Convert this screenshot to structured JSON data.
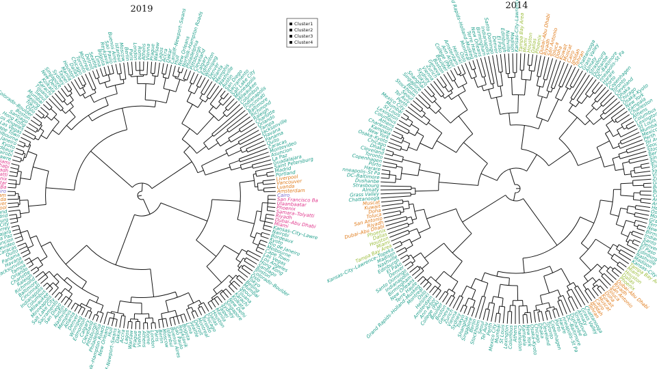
{
  "colors": {
    "cluster1": "#1d9e8a",
    "cluster2": "#e07b1a",
    "cluster3": "#7b6ccf",
    "cluster4": "#e0338a",
    "cluster5": "#9bbd3a",
    "branch": "#111111"
  },
  "legend": [
    "Cluster1",
    "Cluster2",
    "Cluster3",
    "Cluster4"
  ],
  "panels": [
    {
      "title": "2019",
      "named_leaves": [
        {
          "label": "Saint Petersburg",
          "cluster": "cluster1"
        },
        {
          "label": "Madrid",
          "cluster": "cluster1"
        },
        {
          "label": "Portland",
          "cluster": "cluster1"
        },
        {
          "label": "Liverpool",
          "cluster": "cluster2"
        },
        {
          "label": "Vancouver",
          "cluster": "cluster2"
        },
        {
          "label": "Luanda",
          "cluster": "cluster2"
        },
        {
          "label": "Amsterdam",
          "cluster": "cluster2"
        },
        {
          "label": "Cairo",
          "cluster": "cluster3"
        },
        {
          "label": "San Francisco Ba",
          "cluster": "cluster4"
        },
        {
          "label": "Ulaanbaatar",
          "cluster": "cluster4"
        },
        {
          "label": "Phoenix",
          "cluster": "cluster4"
        },
        {
          "label": "Samara–Tolyatti",
          "cluster": "cluster4"
        },
        {
          "label": "Riyadh",
          "cluster": "cluster4"
        },
        {
          "label": "Dubai–Abu Dhabi",
          "cluster": "cluster4"
        },
        {
          "label": "Miami",
          "cluster": "cluster4"
        },
        {
          "label": "Kansas–City–Lawre",
          "cluster": "cluster1"
        },
        {
          "label": "Nairobi",
          "cluster": "cluster1"
        },
        {
          "label": "Bordeaux",
          "cluster": "cluster1"
        },
        {
          "label": "Kyoto",
          "cluster": "cluster1"
        },
        {
          "label": "Rio de Janeiro",
          "cluster": "cluster1"
        },
        {
          "label": "Melbourne",
          "cluster": "cluster1"
        },
        {
          "label": "Cape Town",
          "cluster": "cluster1"
        },
        {
          "label": "Las Vegas",
          "cluster": "cluster1"
        },
        {
          "label": "Los Angeles",
          "cluster": "cluster1"
        },
        {
          "label": "Hong Kong",
          "cluster": "cluster1"
        },
        {
          "label": "Santiago",
          "cluster": "cluster1"
        },
        {
          "label": "Boston",
          "cluster": "cluster1"
        },
        {
          "label": "Colorado–Boulder",
          "cluster": "cluster1"
        },
        {
          "label": "Oslo",
          "cluster": "cluster1"
        },
        {
          "label": "Tokyo",
          "cluster": "cluster1"
        },
        {
          "label": "Beijing",
          "cluster": "cluster1"
        },
        {
          "label": "Mumbai",
          "cluster": "cluster1"
        },
        {
          "label": "Seoul",
          "cluster": "cluster1"
        },
        {
          "label": "Tijuana",
          "cluster": "cluster1"
        },
        {
          "label": "Karachi",
          "cluster": "cluster1"
        },
        {
          "label": "Kolkata",
          "cluster": "cluster1"
        },
        {
          "label": "New Delhi",
          "cluster": "cluster1"
        },
        {
          "label": "Singapore",
          "cluster": "cluster1"
        },
        {
          "label": "Sydney",
          "cluster": "cluster1"
        },
        {
          "label": "Taipei",
          "cluster": "cluster1"
        },
        {
          "label": "Manila",
          "cluster": "cluster1"
        },
        {
          "label": "Houston",
          "cluster": "cluster1"
        },
        {
          "label": "Dallas",
          "cluster": "cluster1"
        },
        {
          "label": "Chicago",
          "cluster": "cluster1"
        },
        {
          "label": "Toronto",
          "cluster": "cluster1"
        },
        {
          "label": "Montreal",
          "cluster": "cluster1"
        },
        {
          "label": "Detroit",
          "cluster": "cluster1"
        },
        {
          "label": "Seattle",
          "cluster": "cluster1"
        },
        {
          "label": "Lima",
          "cluster": "cluster1"
        },
        {
          "label": "Bogota",
          "cluster": "cluster1"
        },
        {
          "label": "Reykjavik",
          "cluster": "cluster1"
        },
        {
          "label": "Sao Paulo",
          "cluster": "cluster1"
        },
        {
          "label": "Buenos Aires",
          "cluster": "cluster1"
        },
        {
          "label": "Istanbul",
          "cluster": "cluster1"
        },
        {
          "label": "Moscow",
          "cluster": "cluster1"
        },
        {
          "label": "Berlin",
          "cluster": "cluster1"
        },
        {
          "label": "Paris",
          "cluster": "cluster1"
        },
        {
          "label": "London",
          "cluster": "cluster1"
        },
        {
          "label": "Rome",
          "cluster": "cluster1"
        },
        {
          "label": "Athens",
          "cluster": "cluster1"
        },
        {
          "label": "Vienna",
          "cluster": "cluster1"
        },
        {
          "label": "Prague",
          "cluster": "cluster1"
        },
        {
          "label": "Warsaw",
          "cluster": "cluster1"
        },
        {
          "label": "Lagos",
          "cluster": "cluster1"
        },
        {
          "label": "Accra",
          "cluster": "cluster1"
        },
        {
          "label": "Dakar",
          "cluster": "cluster1"
        },
        {
          "label": "Cardiff–Newport–Swans",
          "cluster": "cluster1"
        },
        {
          "label": "Hull",
          "cluster": "cluster1"
        },
        {
          "label": "New Orleans",
          "cluster": "cluster1"
        },
        {
          "label": "Norfolk–Hampton Roads",
          "cluster": "cluster1"
        },
        {
          "label": "Philadelphia",
          "cluster": "cluster1"
        },
        {
          "label": "Pittsburgh",
          "cluster": "cluster1"
        },
        {
          "label": "Cleveland",
          "cluster": "cluster1"
        },
        {
          "label": "Calgary",
          "cluster": "cluster1"
        },
        {
          "label": "Edmonton",
          "cluster": "cluster1"
        },
        {
          "label": "Winnipeg",
          "cluster": "cluster1"
        },
        {
          "label": "Denver",
          "cluster": "cluster1"
        },
        {
          "label": "Atlanta",
          "cluster": "cluster1"
        },
        {
          "label": "Memphis",
          "cluster": "cluster1"
        },
        {
          "label": "Nashville",
          "cluster": "cluster1"
        },
        {
          "label": "Austin",
          "cluster": "cluster1"
        },
        {
          "label": "San Diego",
          "cluster": "cluster1"
        },
        {
          "label": "Sacramento",
          "cluster": "cluster1"
        },
        {
          "label": "Salt Lake City",
          "cluster": "cluster1"
        },
        {
          "label": "Minneapolis",
          "cluster": "cluster1"
        },
        {
          "label": "Milwaukee",
          "cluster": "cluster1"
        },
        {
          "label": "Columbus",
          "cluster": "cluster1"
        },
        {
          "label": "Indianapolis",
          "cluster": "cluster1"
        },
        {
          "label": "Cincinnati",
          "cluster": "cluster1"
        },
        {
          "label": "Baltimore",
          "cluster": "cluster1"
        },
        {
          "label": "Richmond",
          "cluster": "cluster1"
        },
        {
          "label": "Raleigh",
          "cluster": "cluster1"
        },
        {
          "label": "Charlotte",
          "cluster": "cluster1"
        },
        {
          "label": "Orlando",
          "cluster": "cluster1"
        },
        {
          "label": "Tampa",
          "cluster": "cluster1"
        },
        {
          "label": "Jacksonville",
          "cluster": "cluster1"
        },
        {
          "label": "Havana",
          "cluster": "cluster1"
        },
        {
          "label": "Panama",
          "cluster": "cluster1"
        },
        {
          "label": "Quito",
          "cluster": "cluster1"
        },
        {
          "label": "Caracas",
          "cluster": "cluster1"
        },
        {
          "label": "Montevideo",
          "cluster": "cluster1"
        },
        {
          "label": "Asuncion",
          "cluster": "cluster1"
        },
        {
          "label": "La Paz",
          "cluster": "cluster1"
        },
        {
          "label": "Guadalajara",
          "cluster": "cluster1"
        },
        {
          "label": "Monterrey",
          "cluster": "cluster1"
        },
        {
          "label": "Mexico City",
          "cluster": "cluster1"
        }
      ]
    },
    {
      "title": "2014",
      "named_leaves": [
        {
          "label": "Chattanooga",
          "cluster": "cluster1"
        },
        {
          "label": "Grass Valley",
          "cluster": "cluster1"
        },
        {
          "label": "Almaty",
          "cluster": "cluster1"
        },
        {
          "label": "Strasbourg",
          "cluster": "cluster1"
        },
        {
          "label": "Dushanbe",
          "cluster": "cluster1"
        },
        {
          "label": "DC–Baltimore",
          "cluster": "cluster1"
        },
        {
          "label": "nneapolis–St Pa",
          "cluster": "cluster1"
        },
        {
          "label": "Harare",
          "cluster": "cluster1"
        },
        {
          "label": "Porto",
          "cluster": "cluster1"
        },
        {
          "label": "Copenhagen",
          "cluster": "cluster1"
        },
        {
          "label": "Toronto",
          "cluster": "cluster1"
        },
        {
          "label": "Cleveland",
          "cluster": "cluster1"
        },
        {
          "label": "Dhaka",
          "cluster": "cluster1"
        },
        {
          "label": "Chicago",
          "cluster": "cluster1"
        },
        {
          "label": "Osaka–Kyoto",
          "cluster": "cluster1"
        },
        {
          "label": "New York",
          "cluster": "cluster1"
        },
        {
          "label": "Kampala",
          "cluster": "cluster1"
        },
        {
          "label": "Charleston",
          "cluster": "cluster1"
        },
        {
          "label": "Athens",
          "cluster": "cluster1"
        },
        {
          "label": "Columbus",
          "cluster": "cluster1"
        },
        {
          "label": "Lexington",
          "cluster": "cluster1"
        },
        {
          "label": "St Louis",
          "cluster": "cluster1"
        },
        {
          "label": "Mumbai",
          "cluster": "cluster1"
        },
        {
          "label": "Mexico City",
          "cluster": "cluster1"
        },
        {
          "label": "Perth",
          "cluster": "cluster1"
        },
        {
          "label": "Tel Aviv",
          "cluster": "cluster1"
        },
        {
          "label": "Seoul",
          "cluster": "cluster1"
        },
        {
          "label": "Stockholm",
          "cluster": "cluster1"
        },
        {
          "label": "Berlin",
          "cluster": "cluster1"
        },
        {
          "label": "Singapore",
          "cluster": "cluster1"
        },
        {
          "label": "Shanghai",
          "cluster": "cluster1"
        },
        {
          "label": "Tokyo",
          "cluster": "cluster1"
        },
        {
          "label": "Sydney",
          "cluster": "cluster1"
        },
        {
          "label": "Vienna",
          "cluster": "cluster1"
        },
        {
          "label": "Zurich",
          "cluster": "cluster1"
        },
        {
          "label": "Geneva",
          "cluster": "cluster1"
        },
        {
          "label": "Boston",
          "cluster": "cluster1"
        },
        {
          "label": "Boulder",
          "cluster": "cluster1"
        },
        {
          "label": "College (PA)",
          "cluster": "cluster1"
        },
        {
          "label": "Ann Arbor",
          "cluster": "cluster1"
        },
        {
          "label": "Amsterdam",
          "cluster": "cluster1"
        },
        {
          "label": "Helsinki",
          "cluster": "cluster1"
        },
        {
          "label": "Oslo",
          "cluster": "cluster1"
        },
        {
          "label": "Montreal",
          "cluster": "cluster1"
        },
        {
          "label": "Grand Rapids–Holland–Muskeg",
          "cluster": "cluster1"
        },
        {
          "label": "Terre Haute",
          "cluster": "cluster1"
        },
        {
          "label": "New Orleans",
          "cluster": "cluster1"
        },
        {
          "label": "Birmingham",
          "cluster": "cluster1"
        },
        {
          "label": "Indianapolis",
          "cluster": "cluster1"
        },
        {
          "label": "Santo Domingo",
          "cluster": "cluster1"
        },
        {
          "label": "Denver",
          "cluster": "cluster1"
        },
        {
          "label": "El Paso",
          "cluster": "cluster1"
        },
        {
          "label": "Edinburgh",
          "cluster": "cluster1"
        },
        {
          "label": "Nashville",
          "cluster": "cluster1"
        },
        {
          "label": "Madison",
          "cluster": "cluster1"
        },
        {
          "label": "Kansas–City–Lawrence–Topeka",
          "cluster": "cluster1"
        },
        {
          "label": "Tampa Bay Area",
          "cluster": "cluster5"
        },
        {
          "label": "Miami",
          "cluster": "cluster5"
        },
        {
          "label": "Houston",
          "cluster": "cluster5"
        },
        {
          "label": "Dallas",
          "cluster": "cluster5"
        },
        {
          "label": "Phoenix",
          "cluster": "cluster5"
        },
        {
          "label": "Dubai–Abu Dhabi",
          "cluster": "cluster2"
        },
        {
          "label": "Riyadh",
          "cluster": "cluster2"
        },
        {
          "label": "San Antonio",
          "cluster": "cluster2"
        },
        {
          "label": "Toluca",
          "cluster": "cluster2"
        },
        {
          "label": "Doha",
          "cluster": "cluster2"
        },
        {
          "label": "Kuwait",
          "cluster": "cluster2"
        },
        {
          "label": "Muscat",
          "cluster": "cluster2"
        },
        {
          "label": "Cairo",
          "cluster": "cluster2"
        },
        {
          "label": "Jeddah",
          "cluster": "cluster2"
        },
        {
          "label": "Tehran",
          "cluster": "cluster2"
        }
      ]
    }
  ]
}
